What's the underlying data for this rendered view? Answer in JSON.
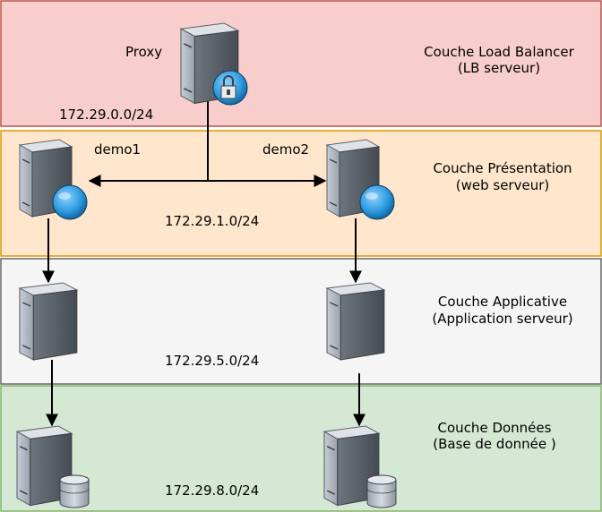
{
  "colors": {
    "lb_fill": "#f8cecc",
    "lb_stroke": "#b85450",
    "pres_fill": "#ffe6cc",
    "pres_stroke": "#d79b00",
    "app_fill": "#f5f5f5",
    "app_stroke": "#666666",
    "data_fill": "#d5e8d4",
    "data_stroke": "#82b366"
  },
  "layers": {
    "lb": {
      "title_line1": "Couche Load Balancer",
      "title_line2": "(LB serveur)",
      "network": "172.29.0.0/24"
    },
    "presentation": {
      "title_line1": "Couche Présentation",
      "title_line2": "(web serveur)",
      "network": "172.29.1.0/24"
    },
    "application": {
      "title_line1": "Couche Applicative",
      "title_line2": "(Application serveur)",
      "network": "172.29.5.0/24"
    },
    "data": {
      "title_line1": "Couche Données",
      "title_line2": "(Base de donnée )",
      "network": "172.29.8.0/24"
    }
  },
  "nodes": {
    "proxy": {
      "label": "Proxy",
      "icon": "server-lock-icon"
    },
    "demo1": {
      "label": "demo1",
      "icon": "web-server-icon"
    },
    "demo2": {
      "label": "demo2",
      "icon": "web-server-icon"
    },
    "app1": {
      "icon": "app-server-icon"
    },
    "app2": {
      "icon": "app-server-icon"
    },
    "db1": {
      "icon": "database-server-icon"
    },
    "db2": {
      "icon": "database-server-icon"
    }
  }
}
